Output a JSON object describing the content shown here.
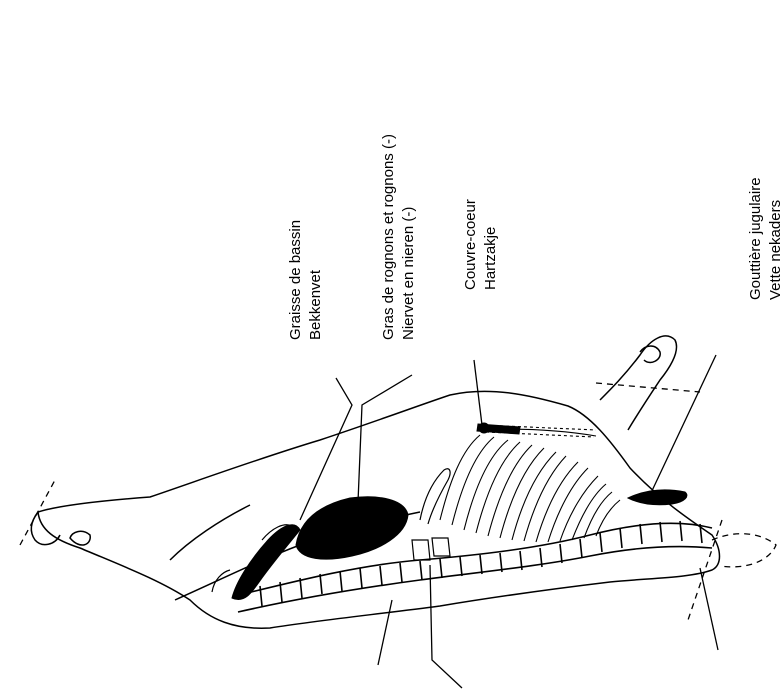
{
  "labels": [
    {
      "line1": "Graisse de bassin",
      "line2": "Bekkenvet"
    },
    {
      "line1": "Gras de rognons et rognons (-)",
      "line2": "Niervet en nieren (-)"
    },
    {
      "line1": "Couvre-coeur",
      "line2": "Hartzakje"
    },
    {
      "line1": "Gouttière jugulaire",
      "line2": "Vette nekaders"
    }
  ],
  "colors": {
    "ink": "#000000",
    "paper": "#ffffff"
  }
}
